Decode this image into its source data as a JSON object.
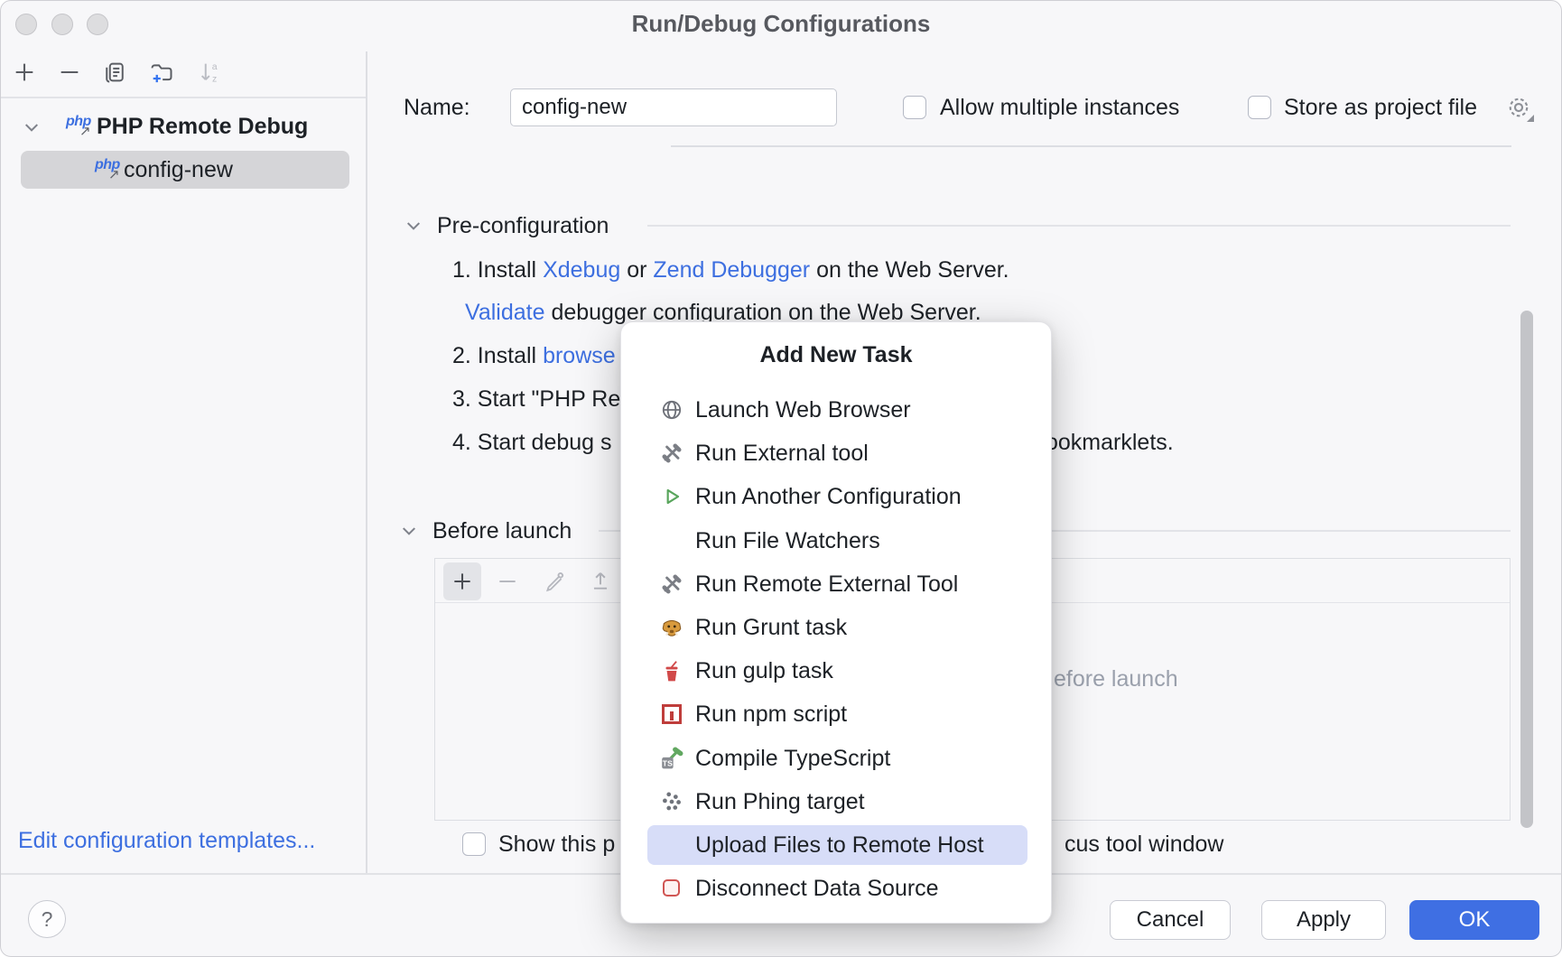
{
  "window": {
    "title": "Run/Debug Configurations"
  },
  "sidebar": {
    "toolbar_icons": [
      "add",
      "remove",
      "copy",
      "new-folder",
      "sort-alphabetically"
    ],
    "tree": {
      "group_label": "PHP Remote Debug",
      "item_label": "config-new"
    },
    "edit_templates_link": "Edit configuration templates..."
  },
  "form": {
    "name_label": "Name:",
    "name_value": "config-new",
    "allow_multiple_label": "Allow multiple instances",
    "store_project_label": "Store as project file"
  },
  "preconfig": {
    "title": "Pre-configuration",
    "step1": {
      "pre": "1. Install ",
      "link1": "Xdebug",
      "mid": " or ",
      "link2": "Zend Debugger",
      "post": " on the Web Server."
    },
    "validate": {
      "link": "Validate",
      "post": " debugger configuration on the Web Server."
    },
    "step2": {
      "pre": "2. Install ",
      "link": "browse"
    },
    "step3": {
      "pre": "3. Start \"PHP Re"
    },
    "step4": {
      "pre": "4. Start debug s",
      "right_fragment": "ookmarklets."
    }
  },
  "before_launch": {
    "title": "Before launch",
    "toolbar_icons": [
      "add",
      "remove",
      "edit",
      "move-up"
    ],
    "placeholder_fragment": "efore launch"
  },
  "popup": {
    "title": "Add New Task",
    "items": [
      {
        "label": "Launch Web Browser",
        "icon": "globe"
      },
      {
        "label": "Run External tool",
        "icon": "tools"
      },
      {
        "label": "Run Another Configuration",
        "icon": "run"
      },
      {
        "label": "Run File Watchers",
        "icon": "none"
      },
      {
        "label": "Run Remote External Tool",
        "icon": "tools"
      },
      {
        "label": "Run Grunt task",
        "icon": "grunt"
      },
      {
        "label": "Run gulp task",
        "icon": "gulp"
      },
      {
        "label": "Run npm script",
        "icon": "npm"
      },
      {
        "label": "Compile TypeScript",
        "icon": "typescript"
      },
      {
        "label": "Run Phing target",
        "icon": "phing"
      },
      {
        "label": "Upload Files to Remote Host",
        "icon": "none",
        "selected": true
      },
      {
        "label": "Disconnect Data Source",
        "icon": "data-source"
      }
    ]
  },
  "footer": {
    "show_fragment_left": "Show this p",
    "show_fragment_right": "cus tool window",
    "help_glyph": "?",
    "cancel": "Cancel",
    "apply": "Apply",
    "ok": "OK"
  },
  "colors": {
    "accent_blue": "#3f6fe3",
    "link_blue": "#3d6fe0",
    "selection_lavender": "#d7ddf8",
    "tree_selection_gray": "#d5d5d8"
  }
}
